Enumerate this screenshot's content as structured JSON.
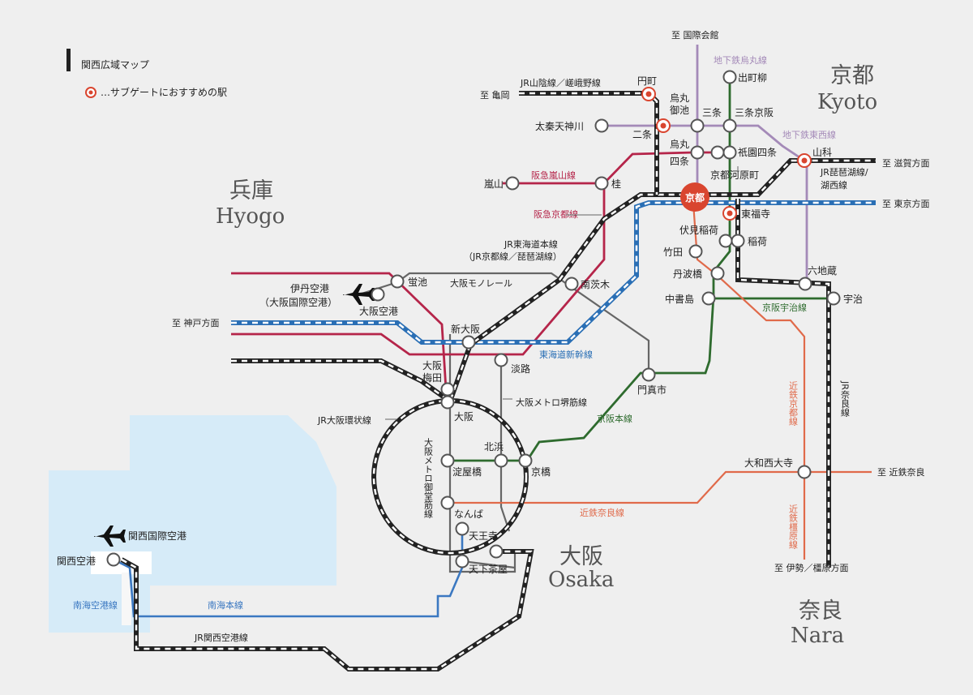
{
  "title": "関西広域マップ",
  "legend": {
    "text": "…サブゲートにおすすめの駅"
  },
  "regions": {
    "kyoto": {
      "ja": "京都",
      "en": "Kyoto"
    },
    "hyogo": {
      "ja": "兵庫",
      "en": "Hyogo"
    },
    "osaka": {
      "ja": "大阪",
      "en": "Osaka"
    },
    "nara": {
      "ja": "奈良",
      "en": "Nara"
    }
  },
  "directions": {
    "kokusaikaikan": "至 国際会館",
    "kameoka": "至 亀岡",
    "shiga": "至 滋賀方面",
    "tokyo": "至 東京方面",
    "kobe": "至 神戸方面",
    "kintetsu_nara": "至 近鉄奈良",
    "ise": "至 伊勢／橿原方面"
  },
  "lines": {
    "sanin": "JR山陰線／嵯峨野線",
    "karasuma": "地下鉄烏丸線",
    "tozai": "地下鉄東西線",
    "biwako": "JR琵琶湖線/",
    "kosei": "湖西線",
    "arashiyama": "阪急嵐山線",
    "hankyu_kyoto": "阪急京都線",
    "tokaido1": "JR東海道本線",
    "tokaido2": "（JR京都線／琵琶湖線）",
    "monorail": "大阪モノレール",
    "shinkansen": "東海道新幹線",
    "keihan_uji": "京阪宇治線",
    "jr_nara": "JR奈良線",
    "sakaisuji": "大阪メトロ堺筋線",
    "loop": "JR大阪環状線",
    "keihan_main": "京阪本線",
    "midosuji": "大阪メトロ御堂筋線",
    "kintetsu_kyoto": "近鉄京都線",
    "kintetsu_nara_line": "近鉄奈良線",
    "kintetsu_kashihara": "近鉄橿原線",
    "nankai_airport": "南海空港線",
    "nankai_main": "南海本線",
    "jr_kanku": "JR関西空港線"
  },
  "stations": {
    "demachiyanagi": "出町柳",
    "marutamachi": "円町",
    "karasuma_oike": "烏丸",
    "oike": "御池",
    "sanjo": "三条",
    "sanjo_keihan": "三条京阪",
    "uzumasa": "太秦天神川",
    "nijo": "二条",
    "karasuma": "烏丸",
    "shijo": "四条",
    "gion": "祇園四条",
    "kawaramachi": "京都河原町",
    "yamashina": "山科",
    "arashiyama": "嵐山",
    "katsura": "桂",
    "kyoto": "京都",
    "tofukuji": "東福寺",
    "fushimi_inari": "伏見稲荷",
    "inari": "稲荷",
    "takeda": "竹田",
    "tambabashi": "丹波橋",
    "rokujizo": "六地蔵",
    "chushojima": "中書島",
    "uji": "宇治",
    "hotarugaike": "蛍池",
    "itami1": "伊丹空港",
    "itami2": "（大阪国際空港）",
    "osaka_airport": "大阪空港",
    "minami_ibaraki": "南茨木",
    "shin_osaka": "新大阪",
    "awaji": "淡路",
    "kadoma": "門真市",
    "umeda1": "大阪",
    "umeda2": "梅田",
    "osaka": "大阪",
    "kitahama": "北浜",
    "yodoyabashi": "淀屋橋",
    "kyobashi": "京橋",
    "yamato_saidaiji": "大和西大寺",
    "namba": "なんば",
    "tennoji": "天王寺",
    "tengachaya": "天下茶屋",
    "kix_label": "関西国際空港",
    "kix_station": "関西空港"
  },
  "colors": {
    "hankyu": "#b5254a",
    "keihan": "#2e6b2e",
    "kintetsu": "#e06a4a",
    "subway_purple": "#a48ab8",
    "gray": "#666666",
    "nankai": "#3b78c1",
    "sea": "#d6ebf8",
    "kyoto_badge": "#d9452f"
  }
}
